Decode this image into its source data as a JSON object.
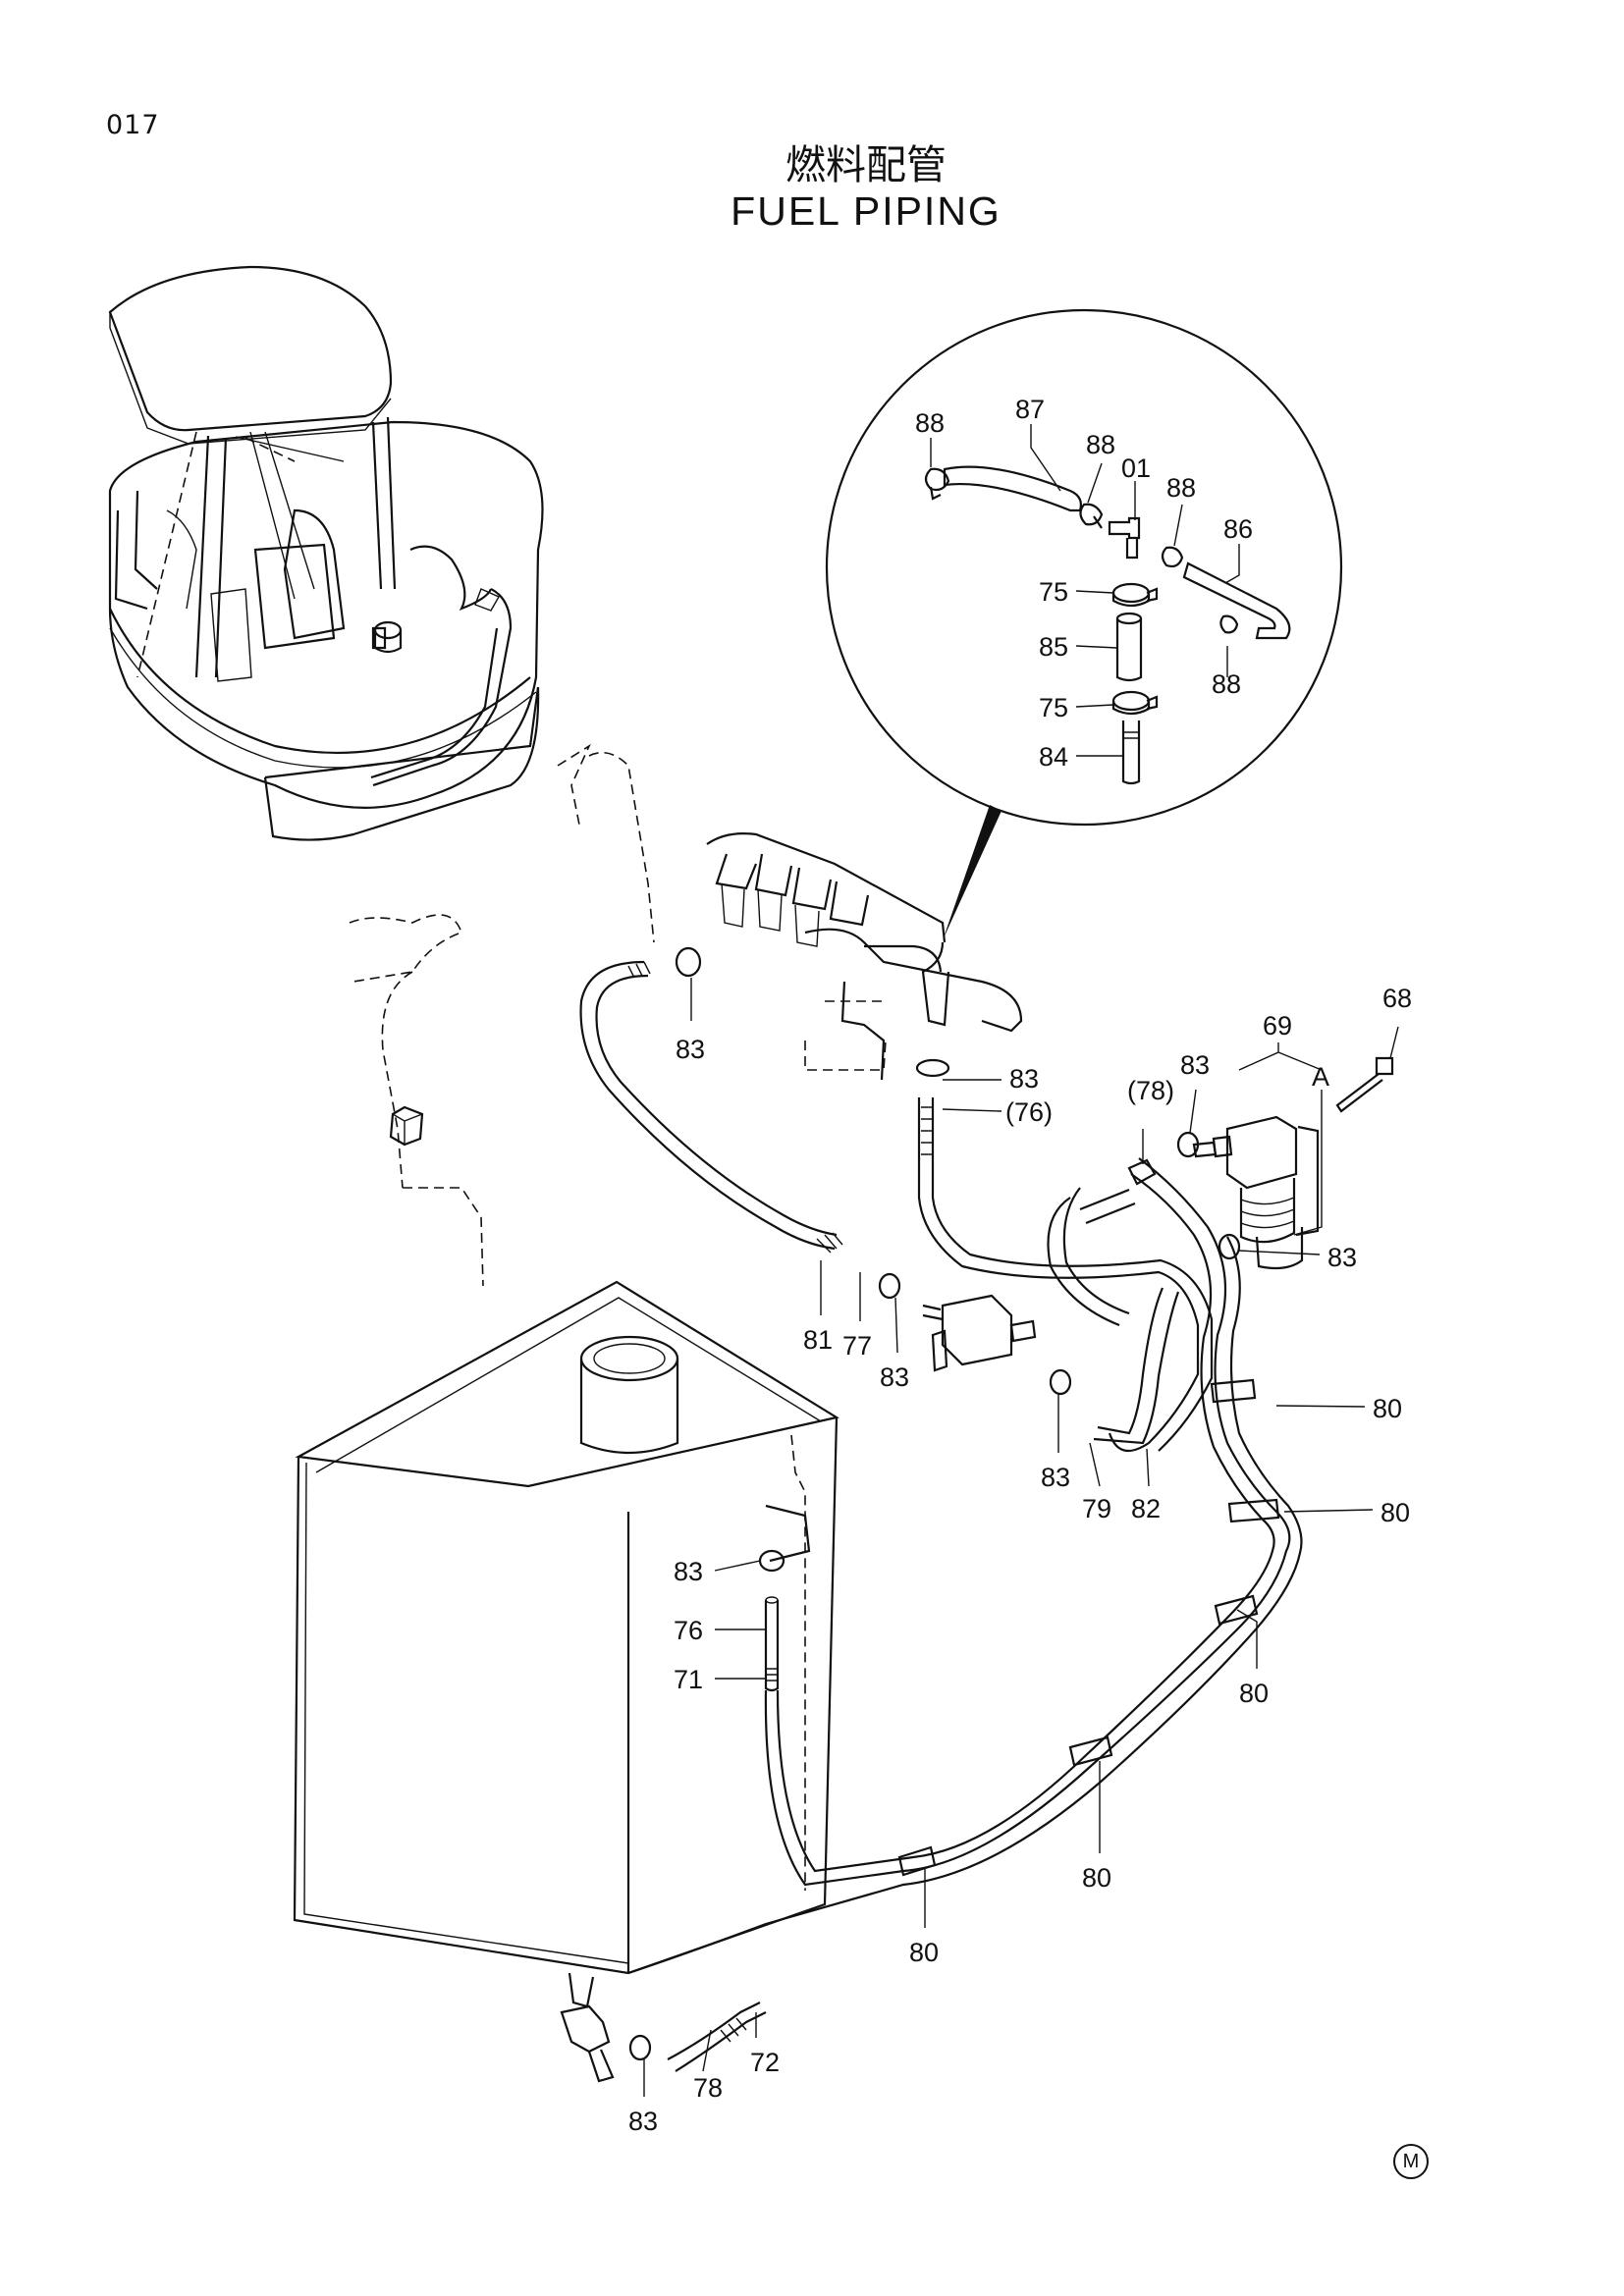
{
  "page_number": "017",
  "title_jp": "燃料配管",
  "title_en": "FUEL PIPING",
  "mark": "M",
  "callouts": [
    {
      "id": "c1",
      "label": "88"
    },
    {
      "id": "c2",
      "label": "87"
    },
    {
      "id": "c3",
      "label": "88"
    },
    {
      "id": "c4",
      "label": "01"
    },
    {
      "id": "c5",
      "label": "88"
    },
    {
      "id": "c6",
      "label": "86"
    },
    {
      "id": "c7",
      "label": "75"
    },
    {
      "id": "c8",
      "label": "85"
    },
    {
      "id": "c9",
      "label": "88"
    },
    {
      "id": "c10",
      "label": "75"
    },
    {
      "id": "c11",
      "label": "84"
    },
    {
      "id": "c12",
      "label": "83"
    },
    {
      "id": "c13",
      "label": "83"
    },
    {
      "id": "c14",
      "label": "(76)"
    },
    {
      "id": "c15",
      "label": "(78)"
    },
    {
      "id": "c16",
      "label": "83"
    },
    {
      "id": "c17",
      "label": "69"
    },
    {
      "id": "c18",
      "label": "A"
    },
    {
      "id": "c19",
      "label": "68"
    },
    {
      "id": "c20",
      "label": "83"
    },
    {
      "id": "c21",
      "label": "80"
    },
    {
      "id": "c22",
      "label": "80"
    },
    {
      "id": "c23",
      "label": "81"
    },
    {
      "id": "c24",
      "label": "77"
    },
    {
      "id": "c25",
      "label": "83"
    },
    {
      "id": "c26",
      "label": "83"
    },
    {
      "id": "c27",
      "label": "79"
    },
    {
      "id": "c28",
      "label": "82"
    },
    {
      "id": "c29",
      "label": "83"
    },
    {
      "id": "c30",
      "label": "76"
    },
    {
      "id": "c31",
      "label": "71"
    },
    {
      "id": "c32",
      "label": "80"
    },
    {
      "id": "c33",
      "label": "80"
    },
    {
      "id": "c34",
      "label": "80"
    },
    {
      "id": "c35",
      "label": "78"
    },
    {
      "id": "c36",
      "label": "72"
    },
    {
      "id": "c37",
      "label": "83"
    }
  ]
}
